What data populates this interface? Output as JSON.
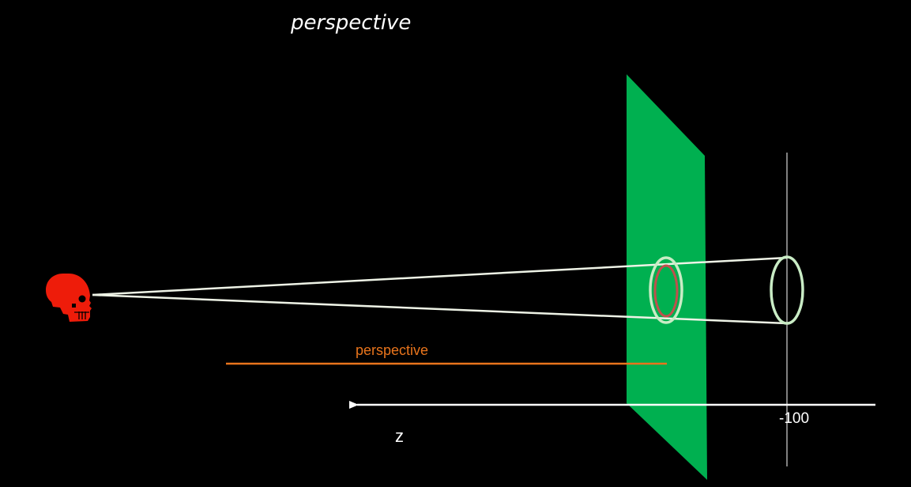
{
  "title": "perspective",
  "perspective_label": "perspective",
  "axis": {
    "name": "z",
    "tick_label": "-100"
  },
  "colors": {
    "background": "#000000",
    "plane": "#00b050",
    "skull": "#ee1c0a",
    "perspective_line": "#e8741c",
    "sight_lines": "#eef3e6",
    "circle_outline": "#c9ecc5",
    "projected_inner": "#c0504d",
    "text": "#ffffff"
  },
  "icons": {
    "viewer": "skull-icon"
  }
}
